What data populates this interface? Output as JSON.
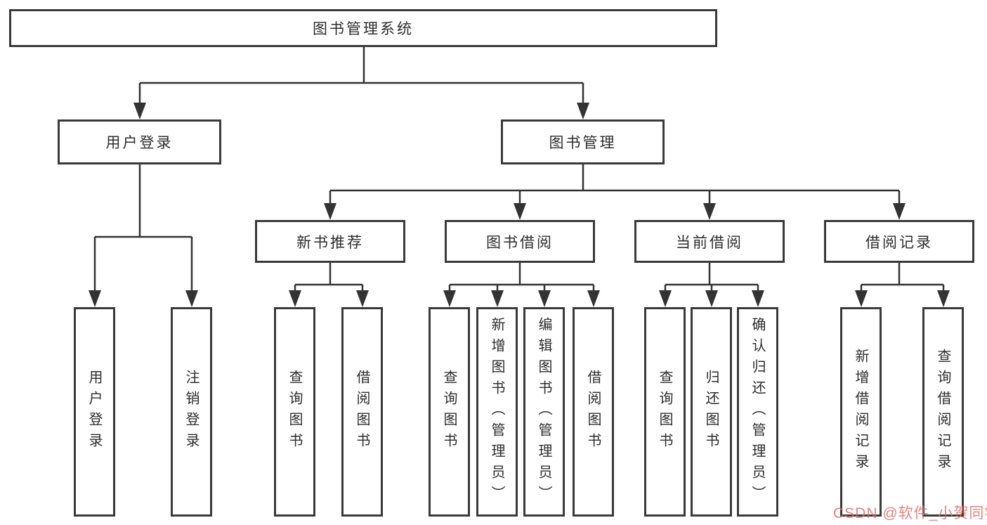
{
  "diagram": {
    "type": "hierarchy-tree",
    "line_color": "#333333",
    "box_border_color": "#3a3a3a",
    "text_color": "#2d2d2d",
    "tree": {
      "root": {
        "label": "图书管理系统",
        "children": [
          {
            "label": "用户登录",
            "children": [
              {
                "label": "用户登录"
              },
              {
                "label": "注销登录"
              }
            ]
          },
          {
            "label": "图书管理",
            "children": [
              {
                "label": "新书推荐",
                "children": [
                  {
                    "label": "查询图书"
                  },
                  {
                    "label": "借阅图书"
                  }
                ]
              },
              {
                "label": "图书借阅",
                "children": [
                  {
                    "label": "查询图书"
                  },
                  {
                    "label": "新增图书（管理员）"
                  },
                  {
                    "label": "编辑图书（管理员）"
                  },
                  {
                    "label": "借阅图书"
                  }
                ]
              },
              {
                "label": "当前借阅",
                "children": [
                  {
                    "label": "查询图书"
                  },
                  {
                    "label": "归还图书"
                  },
                  {
                    "label": "确认归还（管理员）"
                  }
                ]
              },
              {
                "label": "借阅记录",
                "children": [
                  {
                    "label": "新增借阅记录"
                  },
                  {
                    "label": "查询借阅记录"
                  }
                ]
              }
            ]
          }
        ]
      }
    }
  },
  "watermark": {
    "text": "CSDN @软件_小贺同学",
    "color": "#e06a64"
  }
}
